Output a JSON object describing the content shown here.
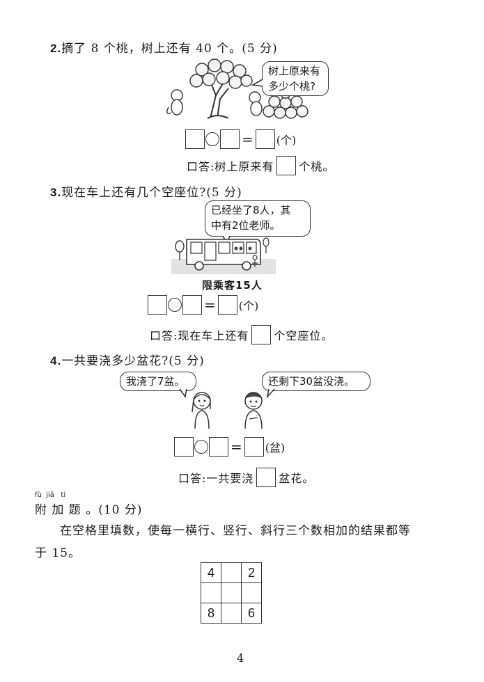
{
  "q2": {
    "num": "2.",
    "text": "摘了 8 个桃，树上还有 40 个。(5 分)",
    "bubble": "树上原来有\n多少个桃?",
    "unit": "(个)",
    "answer_prefix": "口答:树上原来有",
    "answer_suffix": "个桃。"
  },
  "q3": {
    "num": "3.",
    "text": "现在车上还有几个空座位?(5 分)",
    "bubble": "已经坐了8人，其\n中有2位老师。",
    "caption": "限乘客15人",
    "unit": "(个)",
    "answer_prefix": "口答:现在车上还有",
    "answer_suffix": "个空座位。"
  },
  "q4": {
    "num": "4.",
    "text": "一共要浇多少盆花?(5 分)",
    "bubble_left": "我浇了7盆。",
    "bubble_right": "还剩下30盆没浇。",
    "unit": "(盆)",
    "answer_prefix": "口答:一共要浇",
    "answer_suffix": "盆花。"
  },
  "bonus": {
    "pinyin": "fù  jiā   tí",
    "title": "附 加 题 。(10 分)",
    "instruction_line1": "在空格里填数，使每一横行、竖行、斜行三个数相加的结果都等",
    "instruction_line2": "于 15。",
    "grid": [
      [
        "4",
        "",
        "2"
      ],
      [
        "",
        "",
        ""
      ],
      [
        "8",
        "",
        "6"
      ]
    ]
  },
  "page_number": "4"
}
